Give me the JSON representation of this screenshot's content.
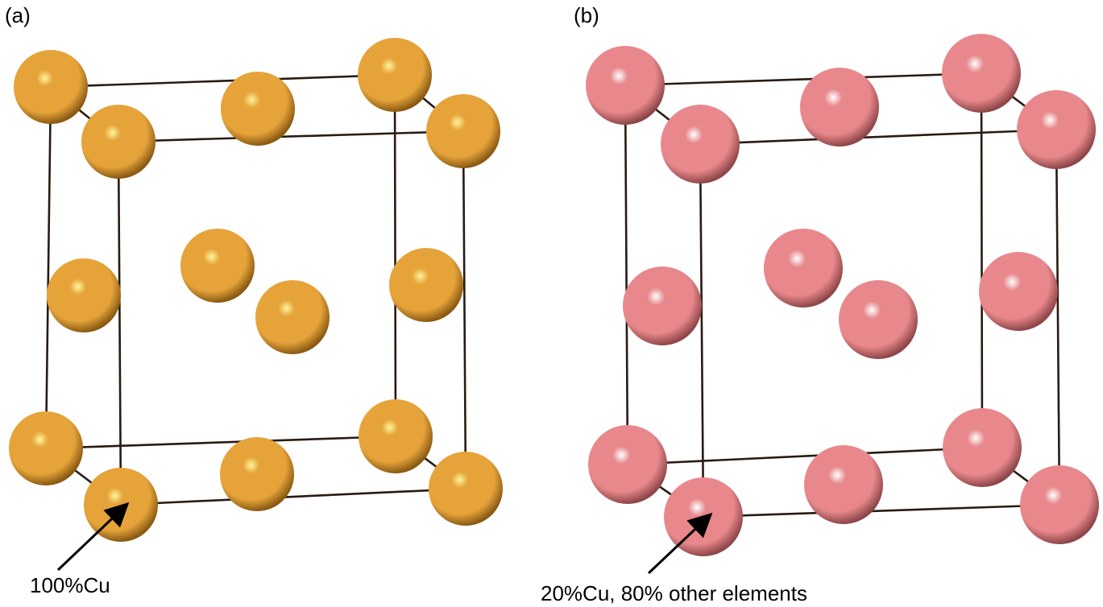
{
  "panels": [
    {
      "id": "a",
      "label": "(a)",
      "annotation": "100%Cu",
      "atom_color": "#e6a33a",
      "atom_highlight": "#fff59a",
      "atom_shadow": "#8a5a12"
    },
    {
      "id": "b",
      "label": "(b)",
      "annotation": "20%Cu, 80% other elements",
      "atom_color": "#e8888c",
      "atom_highlight": "#ffffff",
      "atom_shadow": "#8e4648"
    }
  ],
  "edge_color": "#2a1a12"
}
